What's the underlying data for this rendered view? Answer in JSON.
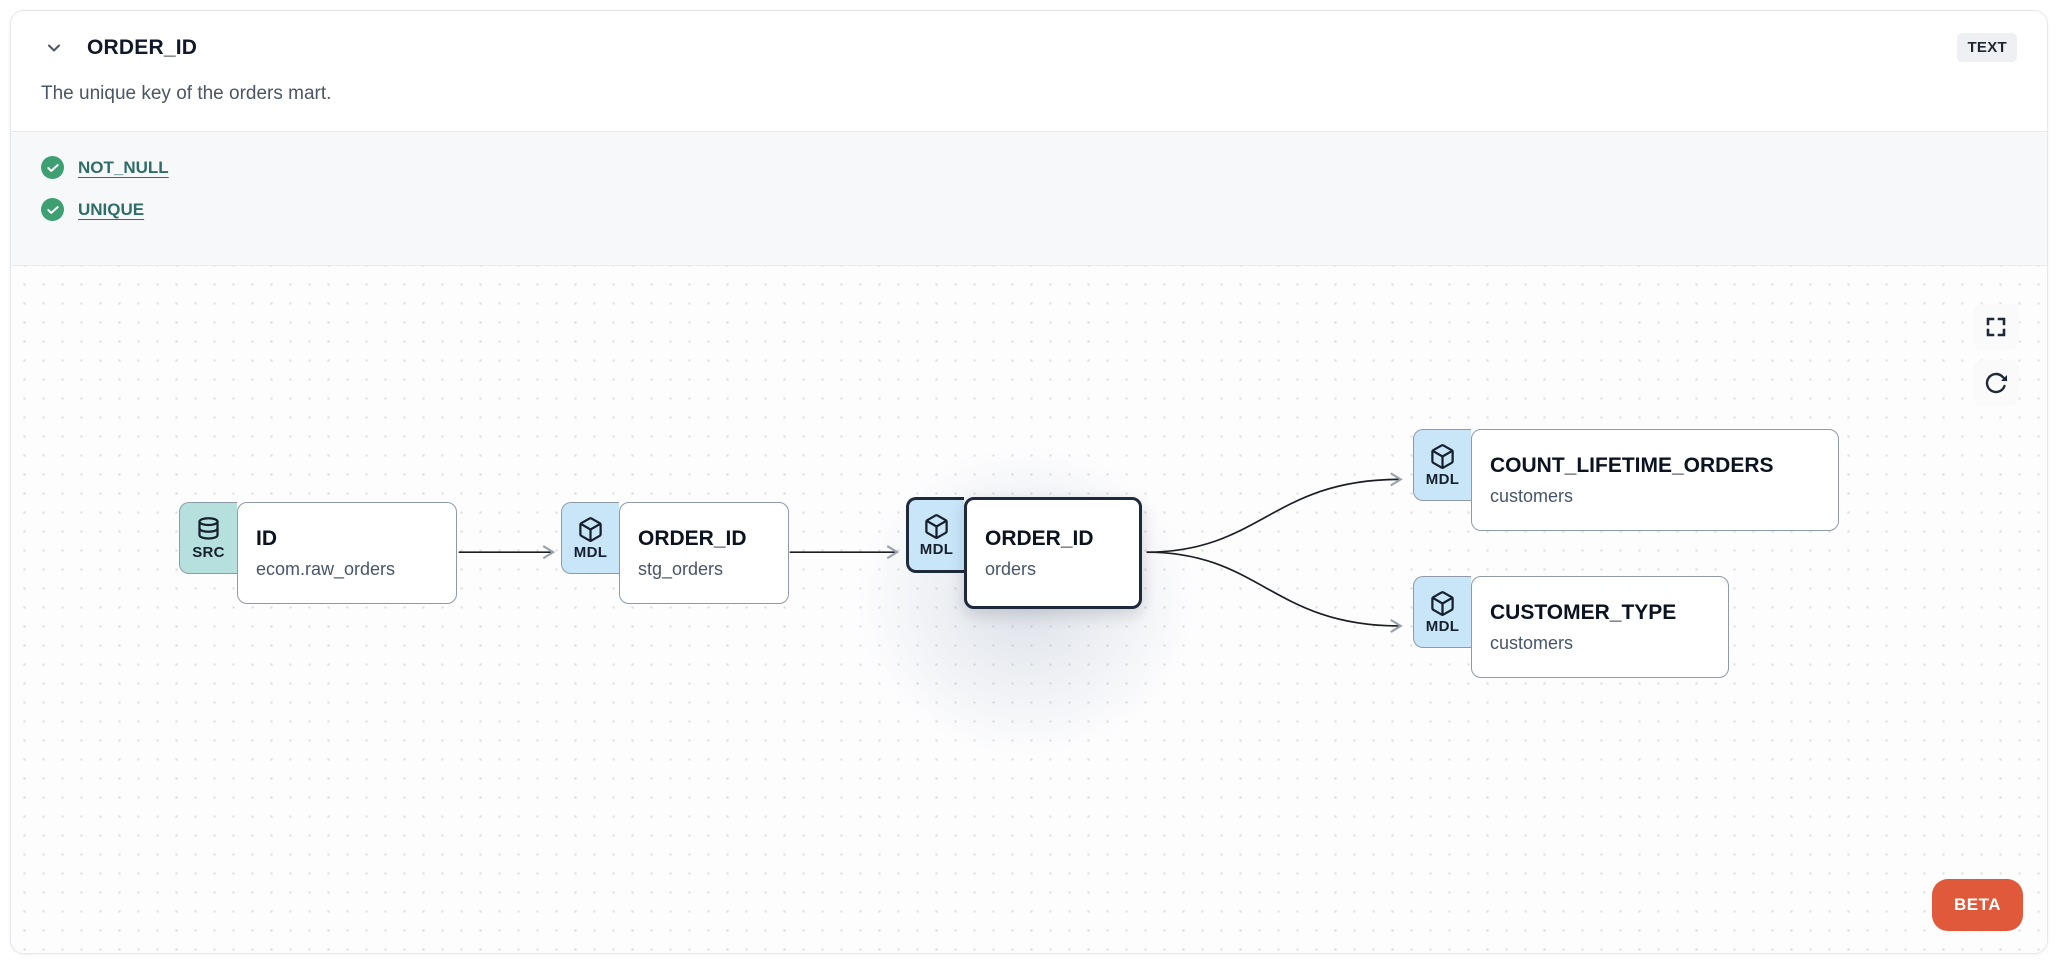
{
  "header": {
    "title": "ORDER_ID",
    "description": "The unique key of the orders mart.",
    "type_badge": "TEXT",
    "collapse_icon": "chevron-down-icon"
  },
  "tests": {
    "items": [
      {
        "label": "NOT_NULL",
        "status": "pass",
        "status_icon": "check-circle-icon"
      },
      {
        "label": "UNIQUE",
        "status": "pass",
        "status_icon": "check-circle-icon"
      }
    ]
  },
  "canvas": {
    "nodes": [
      {
        "type": "SRC",
        "icon": "database-icon",
        "title": "ID",
        "subtitle": "ecom.raw_orders",
        "selected": false
      },
      {
        "type": "MDL",
        "icon": "cube-icon",
        "title": "ORDER_ID",
        "subtitle": "stg_orders",
        "selected": false
      },
      {
        "type": "MDL",
        "icon": "cube-icon",
        "title": "ORDER_ID",
        "subtitle": "orders",
        "selected": true
      },
      {
        "type": "MDL",
        "icon": "cube-icon",
        "title": "COUNT_LIFETIME_ORDERS",
        "subtitle": "customers",
        "selected": false
      },
      {
        "type": "MDL",
        "icon": "cube-icon",
        "title": "CUSTOMER_TYPE",
        "subtitle": "customers",
        "selected": false
      }
    ],
    "controls": [
      {
        "name": "fullscreen",
        "icon": "fullscreen-icon"
      },
      {
        "name": "refresh",
        "icon": "refresh-icon"
      }
    ],
    "beta_label": "BETA"
  },
  "colors": {
    "accent_orange": "#e0593a",
    "test_green": "#3d9f72",
    "link_teal": "#2f6d68",
    "src_tab": "#b5e0de",
    "mdl_tab": "#c9e6f9",
    "selected_border": "#1e293b",
    "badge_bg": "#eef0f3",
    "tests_bg": "#f7f8fa"
  }
}
